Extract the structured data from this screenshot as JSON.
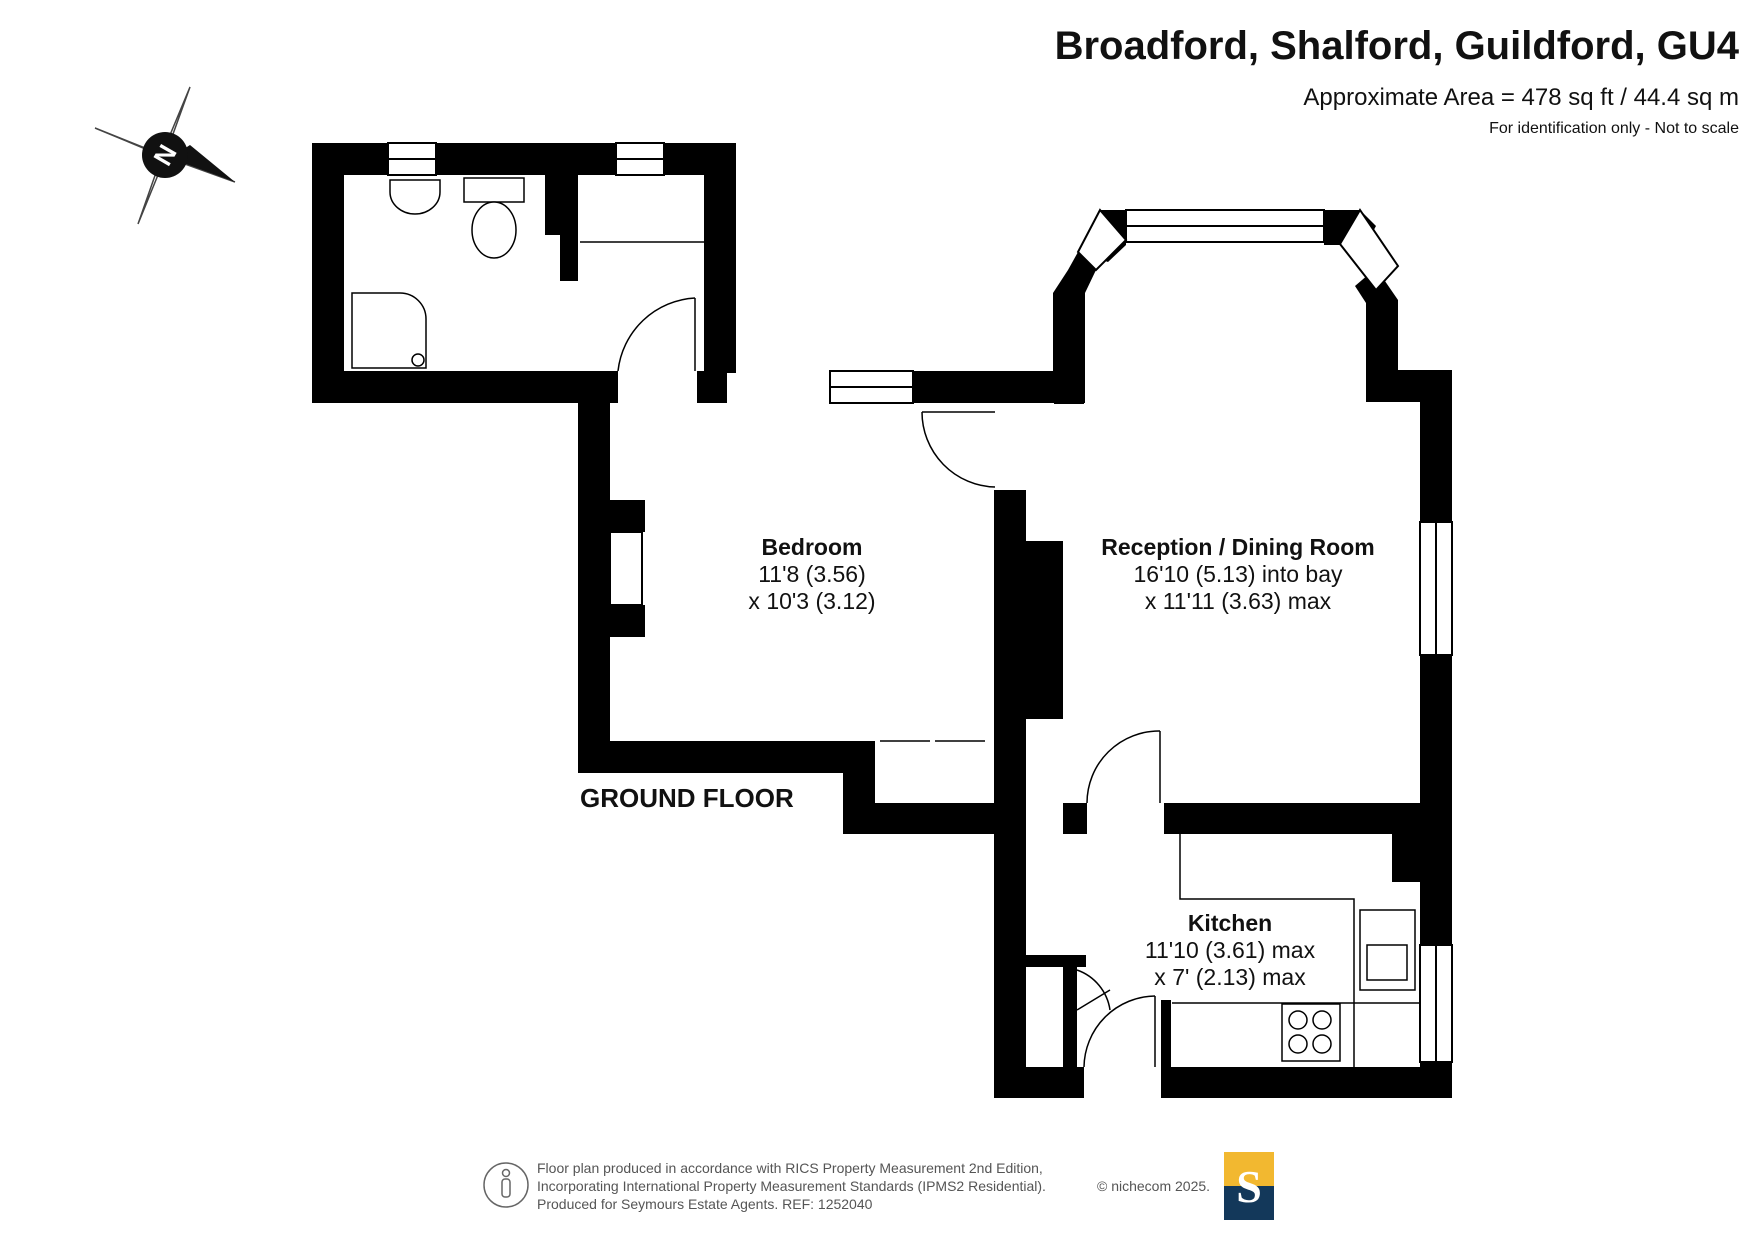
{
  "header": {
    "title": "Broadford, Shalford, Guildford, GU4",
    "area": "Approximate Area = 478 sq ft / 44.4 sq m",
    "note": "For identification only - Not to scale"
  },
  "compass": {
    "letter": "N",
    "icon": "compass-icon"
  },
  "rooms": {
    "bedroom": {
      "name": "Bedroom",
      "dim1": "11'8 (3.56)",
      "dim2": "x 10'3 (3.12)"
    },
    "reception": {
      "name": "Reception / Dining Room",
      "dim1": "16'10 (5.13) into bay",
      "dim2": "x 11'11 (3.63) max"
    },
    "kitchen": {
      "name": "Kitchen",
      "dim1": "11'10 (3.61) max",
      "dim2": "x 7' (2.13) max"
    }
  },
  "floor_label": "GROUND FLOOR",
  "footer": {
    "line1": "Floor plan produced in accordance with RICS Property Measurement 2nd Edition,",
    "line2": "Incorporating International Property Measurement Standards (IPMS2 Residential).",
    "line3": "Produced for Seymours Estate Agents.   REF: 1252040",
    "copyright": "© nichecom 2025.",
    "logo_letter": "S",
    "logo_colors": {
      "top": "#f2b830",
      "bottom": "#13385a"
    },
    "person_icon": "person-icon"
  }
}
